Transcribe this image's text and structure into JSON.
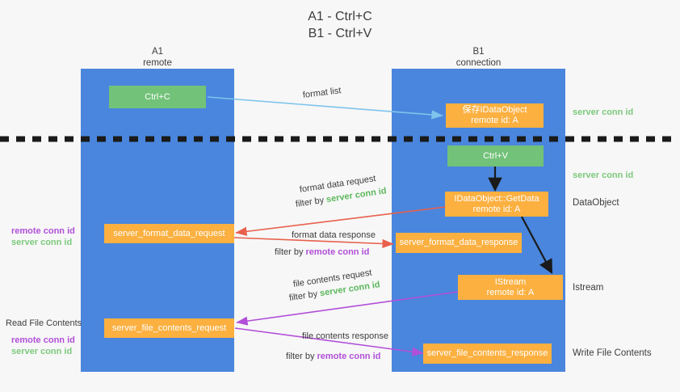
{
  "title": {
    "line1": "A1 - Ctrl+C",
    "line2": "B1 - Ctrl+V"
  },
  "lanes": [
    {
      "id": "a1",
      "name": "A1",
      "sub": "remote",
      "color": "#4a86dd"
    },
    {
      "id": "b1",
      "name": "B1",
      "sub": "connection",
      "color": "#4a86dd"
    }
  ],
  "colors": {
    "lane": "#4a86dd",
    "green_box": "#72c279",
    "orange_box": "#fbb040",
    "server_conn": "#7dc97d",
    "remote_conn": "#b14fd8",
    "arrow_blue": "#7ec4ec",
    "arrow_red": "#e8604c",
    "arrow_purple": "#b14fd8",
    "arrow_black": "#1a1a1a",
    "divider": "#1a1a1a"
  },
  "boxes": {
    "ctrl_c": {
      "line1": "Ctrl+C",
      "line2": ""
    },
    "ctrl_v": {
      "line1": "Ctrl+V",
      "line2": ""
    },
    "idataobject_saved": {
      "line1": "保存IDataObject",
      "line2": "remote id: A"
    },
    "idataobject_getdata": {
      "line1": "IDataObject::GetData",
      "line2": "remote id: A"
    },
    "istream": {
      "line1": "IStream",
      "line2": "remote id: A"
    },
    "server_format_data_request": {
      "line1": "server_format_data_request",
      "line2": ""
    },
    "server_format_data_response": {
      "line1": "server_format_data_response",
      "line2": ""
    },
    "server_file_contents_request": {
      "line1": "server_file_contents_request",
      "line2": ""
    },
    "server_file_contents_response": {
      "line1": "server_file_contents_response",
      "line2": ""
    }
  },
  "edge_labels": {
    "format_list": "format list",
    "format_data_request": "format data request",
    "format_data_request_filter_prefix": "filter by ",
    "format_data_request_filter_key": "server conn id",
    "format_data_response": "format data response",
    "format_data_response_filter_prefix": "filter by ",
    "format_data_response_filter_key": "remote conn id",
    "file_contents_request": "file contents request",
    "file_contents_request_filter_prefix": "filter by ",
    "file_contents_request_filter_key": "server conn id",
    "file_contents_response": "file contents response",
    "file_contents_response_filter_prefix": "filter by ",
    "file_contents_response_filter_key": "remote conn id"
  },
  "annotations": {
    "right_server_conn_top": "server conn id",
    "right_server_conn_second": "server conn id",
    "right_dataobject": "DataObject",
    "right_istream": "Istream",
    "right_write_file_contents": "Write File Contents",
    "left_remote_conn_1": "remote conn id",
    "left_server_conn_1": "server conn id",
    "left_read_file_contents": "Read File Contents",
    "left_remote_conn_2": "remote conn id",
    "left_server_conn_2": "server conn id"
  }
}
